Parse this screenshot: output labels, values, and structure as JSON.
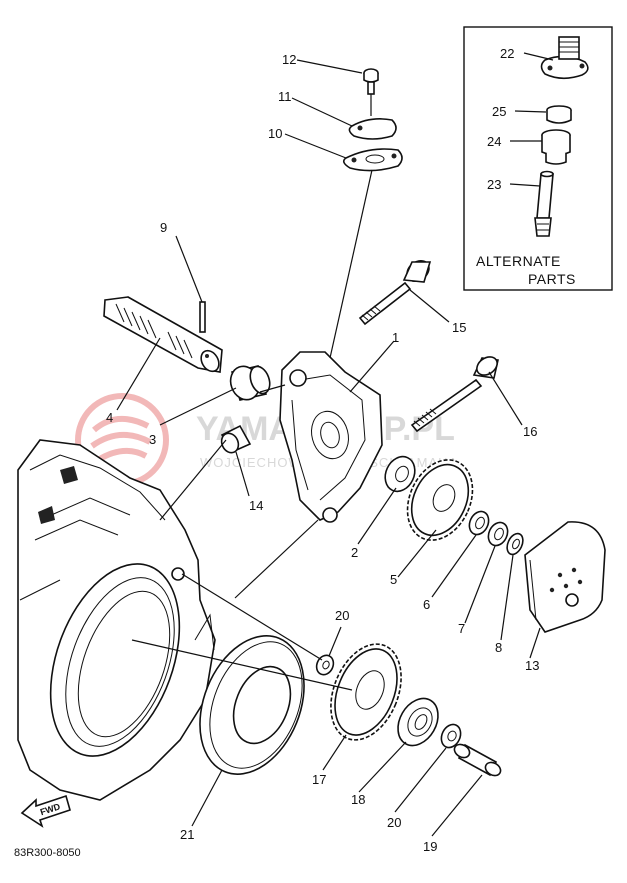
{
  "callouts": [
    {
      "id": "12",
      "label": "12"
    },
    {
      "id": "11",
      "label": "11"
    },
    {
      "id": "10",
      "label": "10"
    },
    {
      "id": "9",
      "label": "9"
    },
    {
      "id": "15",
      "label": "15"
    },
    {
      "id": "1",
      "label": "1"
    },
    {
      "id": "4",
      "label": "4"
    },
    {
      "id": "3",
      "label": "3"
    },
    {
      "id": "16",
      "label": "16"
    },
    {
      "id": "14",
      "label": "14"
    },
    {
      "id": "2",
      "label": "2"
    },
    {
      "id": "5",
      "label": "5"
    },
    {
      "id": "6",
      "label": "6"
    },
    {
      "id": "7",
      "label": "7"
    },
    {
      "id": "8",
      "label": "8"
    },
    {
      "id": "13",
      "label": "13"
    },
    {
      "id": "20a",
      "label": "20"
    },
    {
      "id": "17",
      "label": "17"
    },
    {
      "id": "18",
      "label": "18"
    },
    {
      "id": "20b",
      "label": "20"
    },
    {
      "id": "19",
      "label": "19"
    },
    {
      "id": "21",
      "label": "21"
    },
    {
      "id": "22",
      "label": "22"
    },
    {
      "id": "25",
      "label": "25"
    },
    {
      "id": "24",
      "label": "24"
    },
    {
      "id": "23",
      "label": "23"
    }
  ],
  "inset": {
    "line1": "ALTERNATE",
    "line2": "PARTS"
  },
  "diagram_code": "83R300-8050",
  "forward_arrow": "FWD",
  "watermark": {
    "main": "YAMASKLEP.PL",
    "sub": "WOJCIECHOWSKI - CZĘŚCI YAMAHA"
  }
}
